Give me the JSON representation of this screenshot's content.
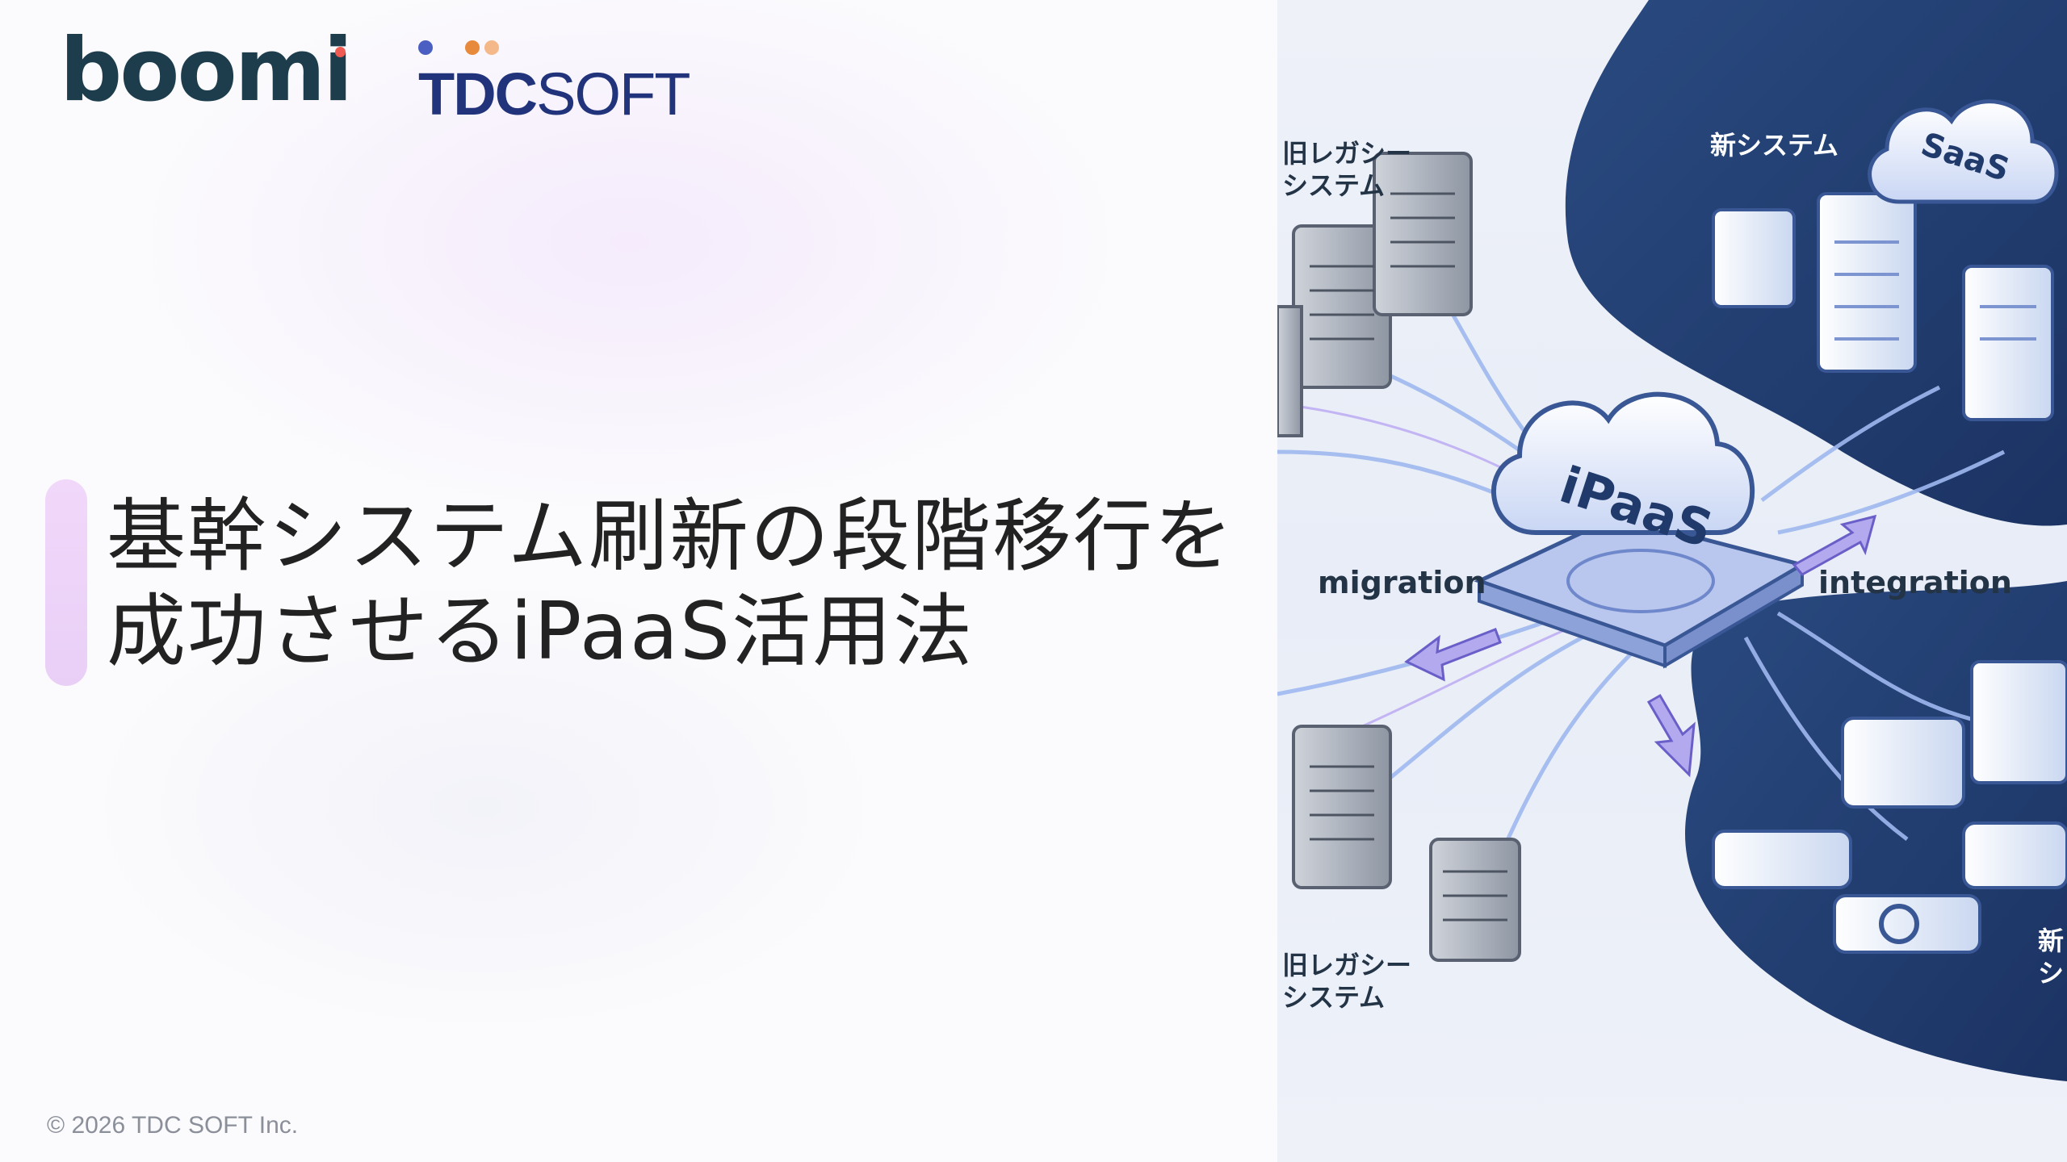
{
  "logos": {
    "boomi": "boomi",
    "tdc_bold": "TDC",
    "tdc_light": "SOFT",
    "dot_colors": [
      "#4a5fc1",
      "#e88a3c",
      "#f4b889"
    ]
  },
  "slide": {
    "title_line1": "基幹システム刷新の段階移行を",
    "title_line2": "成功させるiPaaS活用法",
    "copyright": "© 2026 TDC SOFT Inc."
  },
  "illustration": {
    "legacy_top_l1": "旧レガシー",
    "legacy_top_l2": "システム",
    "legacy_bottom_l1": "旧レガシー",
    "legacy_bottom_l2": "システム",
    "new_system_top": "新システム",
    "new_system_bottom_l1": "新",
    "new_system_bottom_l2": "シ",
    "saas": "SaaS",
    "ipaas": "iPaaS",
    "migration": "migration",
    "integration": "integration"
  },
  "colors": {
    "navy": "#1f3a6b",
    "accent_purple": "#e9cff6",
    "text": "#222222"
  }
}
